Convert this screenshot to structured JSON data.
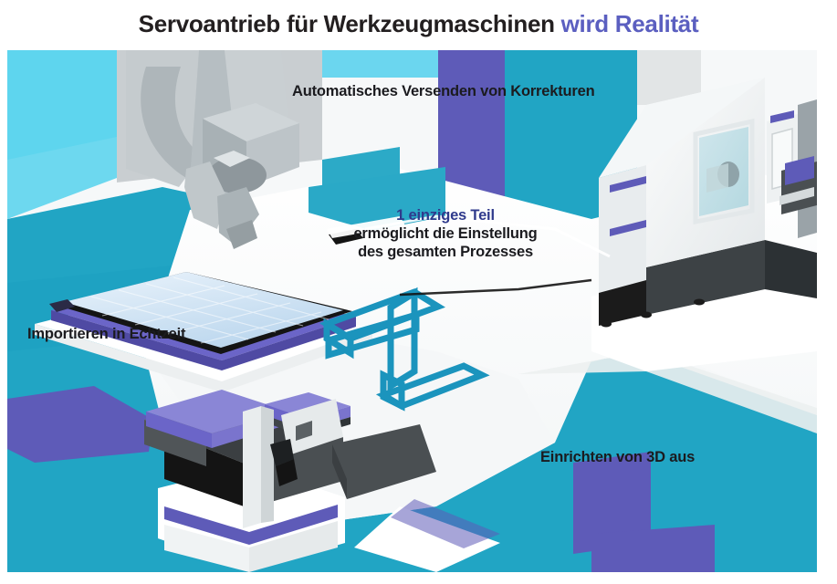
{
  "header": {
    "title_main": "Servoantrieb für Werkzeugmaschinen",
    "title_accent": "wird Realität",
    "title_full": "Servoantrieb für Werkzeugmaschinen wird Realität"
  },
  "callouts": {
    "top_right": "Automatisches Versenden von Korrekturen",
    "left": "Importieren in Echtzeit",
    "bottom_right": "Einrichten von 3D aus",
    "center": {
      "line1": "1 einziges Teil",
      "line2": "ermöglicht die Einstellung",
      "line3": "des gesamten Prozesses"
    }
  },
  "illustration": {
    "alt": "Isometrische Darstellung: Koordinatenmessmaschine, Messtisch, CNC-Werkzeugmaschine und Scanner",
    "logo_name": "isometric-zigzag-logo",
    "objects": [
      "cmm-measuring-machine",
      "measuring-table",
      "cnc-machine-tool",
      "scanner-device",
      "isometric-logo"
    ]
  },
  "colors": {
    "accent_purple": "#5b5fc0",
    "shape_purple": "#5e5bb8",
    "light_purple": "#8a86d6",
    "teal": "#21a5c4",
    "teal_dark": "#1b93b4",
    "cyan_light": "#5ed5ee",
    "cyan_pale": "#8fe3f5",
    "text_dark": "#231f20",
    "text_center_line1": "#2f3a8c",
    "logo_teal": "#1b94bd",
    "bg_white": "#ffffff",
    "bg_offwhite": "#f6f8f9",
    "gray_light": "#d9dddf",
    "gray_mid": "#9aa3a8",
    "gray_dark": "#4a4f52",
    "near_black": "#141414"
  }
}
